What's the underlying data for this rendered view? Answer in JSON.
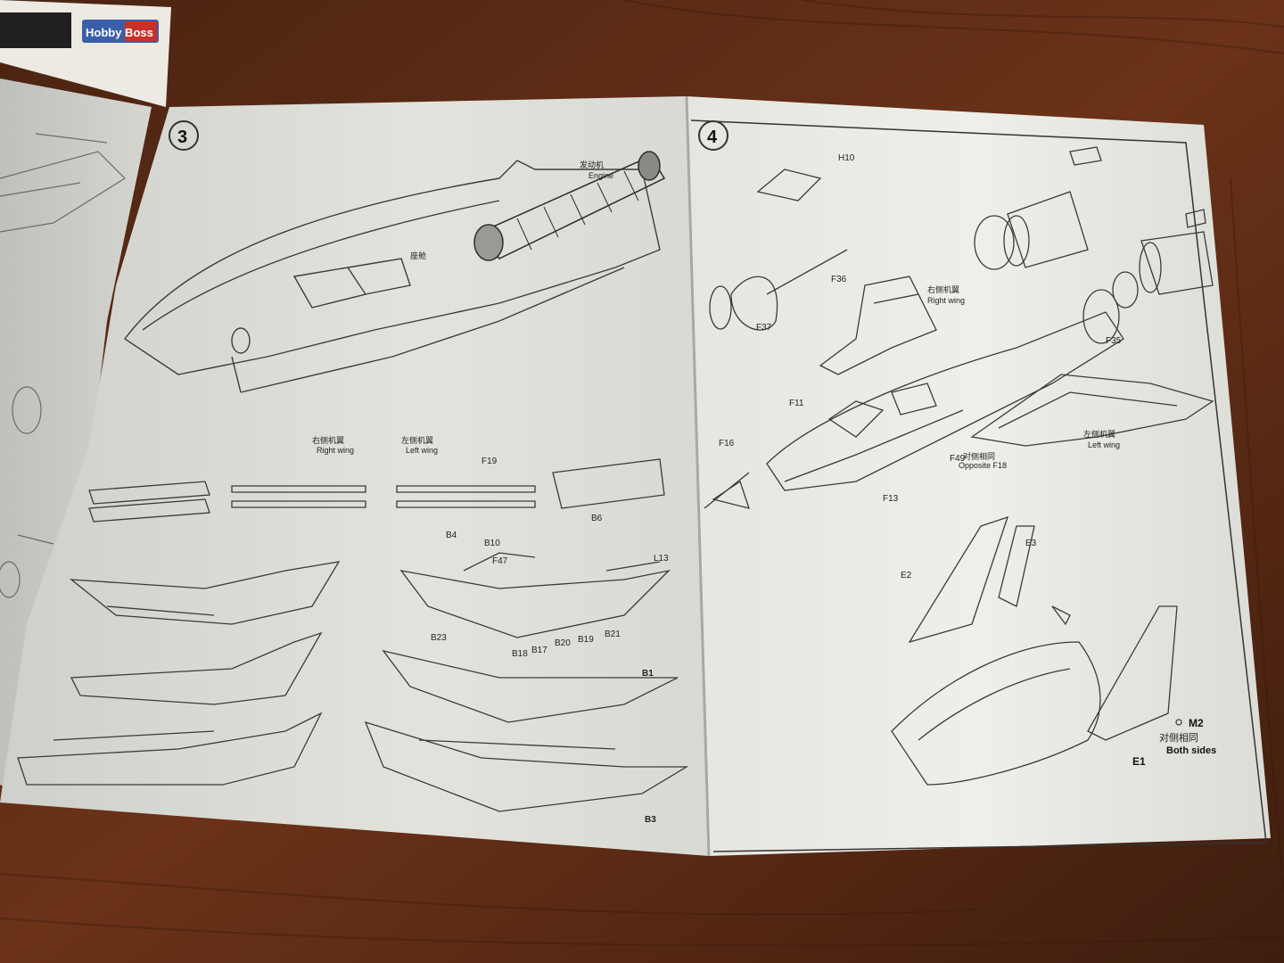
{
  "box": {
    "brand": "Hobby Boss"
  },
  "step_left": {
    "number": "3",
    "engine_cn": "发动机",
    "engine_en": "Engine",
    "cockpit_cn": "座舱",
    "right_wing_cn": "右侧机翼",
    "right_wing_en": "Right wing",
    "left_wing_cn": "左侧机翼",
    "left_wing_en": "Left wing",
    "parts": [
      "B10",
      "F47",
      "L13",
      "B23",
      "B18",
      "B17",
      "B20",
      "B19",
      "B21",
      "B1",
      "B3",
      "B6",
      "B4",
      "F19"
    ]
  },
  "step_right": {
    "number": "4",
    "right_wing_cn": "右侧机翼",
    "right_wing_en": "Right wing",
    "left_wing_cn": "左侧机翼",
    "left_wing_en": "Left wing",
    "opposite_cn": "对侧相同",
    "opposite_en": "Opposite F18",
    "part_m2": "M2",
    "both_sides_cn": "对侧相同",
    "both_sides_en": "Both sides",
    "part_e1": "E1",
    "part_e2": "E2",
    "part_e3": "E3",
    "parts": [
      "F11",
      "F13",
      "F16",
      "F36",
      "F37",
      "H10",
      "F49",
      "F35"
    ]
  }
}
